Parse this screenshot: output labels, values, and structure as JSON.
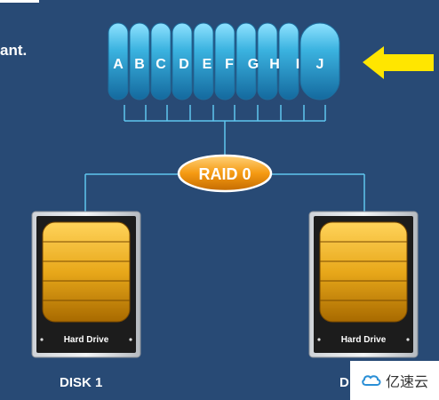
{
  "header": {
    "partial_text": "ant."
  },
  "array": {
    "letters": [
      "A",
      "B",
      "C",
      "D",
      "E",
      "F",
      "G",
      "H",
      "I",
      "J"
    ]
  },
  "controller": {
    "label": "RAID 0"
  },
  "disks": [
    {
      "drive_label": "Hard Drive",
      "caption": "DISK 1"
    },
    {
      "drive_label": "Hard Drive",
      "caption": "D"
    }
  ],
  "watermark": {
    "text": "亿速云"
  },
  "colors": {
    "background": "#284a75",
    "cylinder": "#3bb3e0",
    "arrow": "#ffe600",
    "raid": "#f59a12",
    "platter": "#e8a81a"
  }
}
